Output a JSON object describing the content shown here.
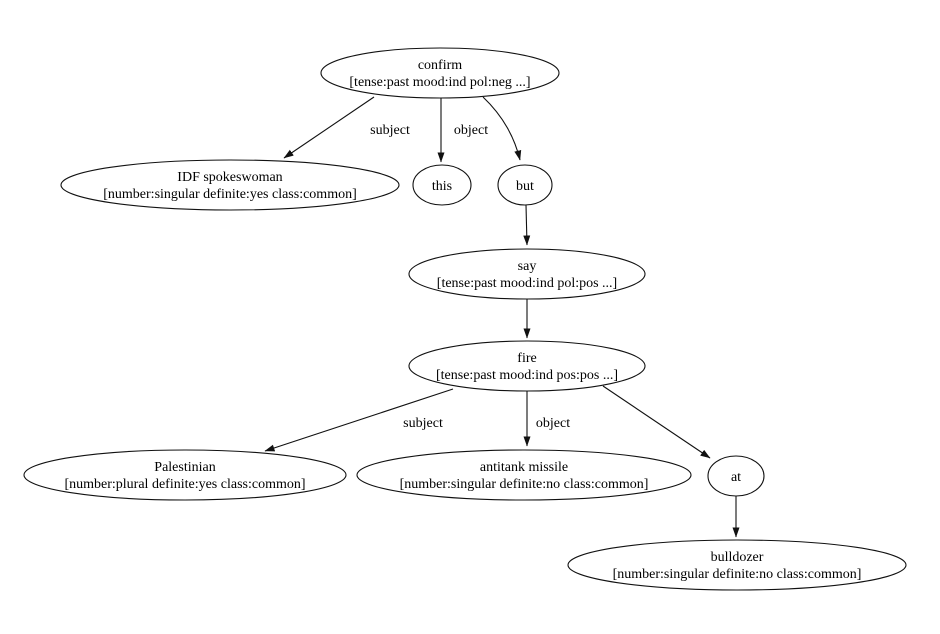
{
  "diagram": {
    "type": "dependency-parse-graph",
    "background_color": "#ffffff",
    "line_color": "#111111",
    "text_color": "#000000",
    "nodes": [
      {
        "id": "confirm",
        "label": "confirm",
        "features": "[tense:past mood:ind pol:neg ...]"
      },
      {
        "id": "idf-spokeswoman",
        "label": "IDF spokeswoman",
        "features": "[number:singular definite:yes class:common]"
      },
      {
        "id": "this",
        "label": "this",
        "features": ""
      },
      {
        "id": "but",
        "label": "but",
        "features": ""
      },
      {
        "id": "say",
        "label": "say",
        "features": "[tense:past mood:ind pol:pos ...]"
      },
      {
        "id": "fire",
        "label": "fire",
        "features": "[tense:past mood:ind pos:pos ...]"
      },
      {
        "id": "palestinian",
        "label": "Palestinian",
        "features": "[number:plural definite:yes class:common]"
      },
      {
        "id": "antitank-missile",
        "label": "antitank missile",
        "features": "[number:singular definite:no class:common]"
      },
      {
        "id": "at",
        "label": "at",
        "features": ""
      },
      {
        "id": "bulldozer",
        "label": "bulldozer",
        "features": "[number:singular definite:no class:common]"
      }
    ],
    "edges": [
      {
        "from": "confirm",
        "to": "idf-spokeswoman",
        "label": "subject"
      },
      {
        "from": "confirm",
        "to": "this",
        "label": "object"
      },
      {
        "from": "confirm",
        "to": "but",
        "label": ""
      },
      {
        "from": "but",
        "to": "say",
        "label": ""
      },
      {
        "from": "say",
        "to": "fire",
        "label": ""
      },
      {
        "from": "fire",
        "to": "palestinian",
        "label": "subject"
      },
      {
        "from": "fire",
        "to": "antitank-missile",
        "label": "object"
      },
      {
        "from": "fire",
        "to": "at",
        "label": ""
      },
      {
        "from": "at",
        "to": "bulldozer",
        "label": ""
      }
    ]
  }
}
